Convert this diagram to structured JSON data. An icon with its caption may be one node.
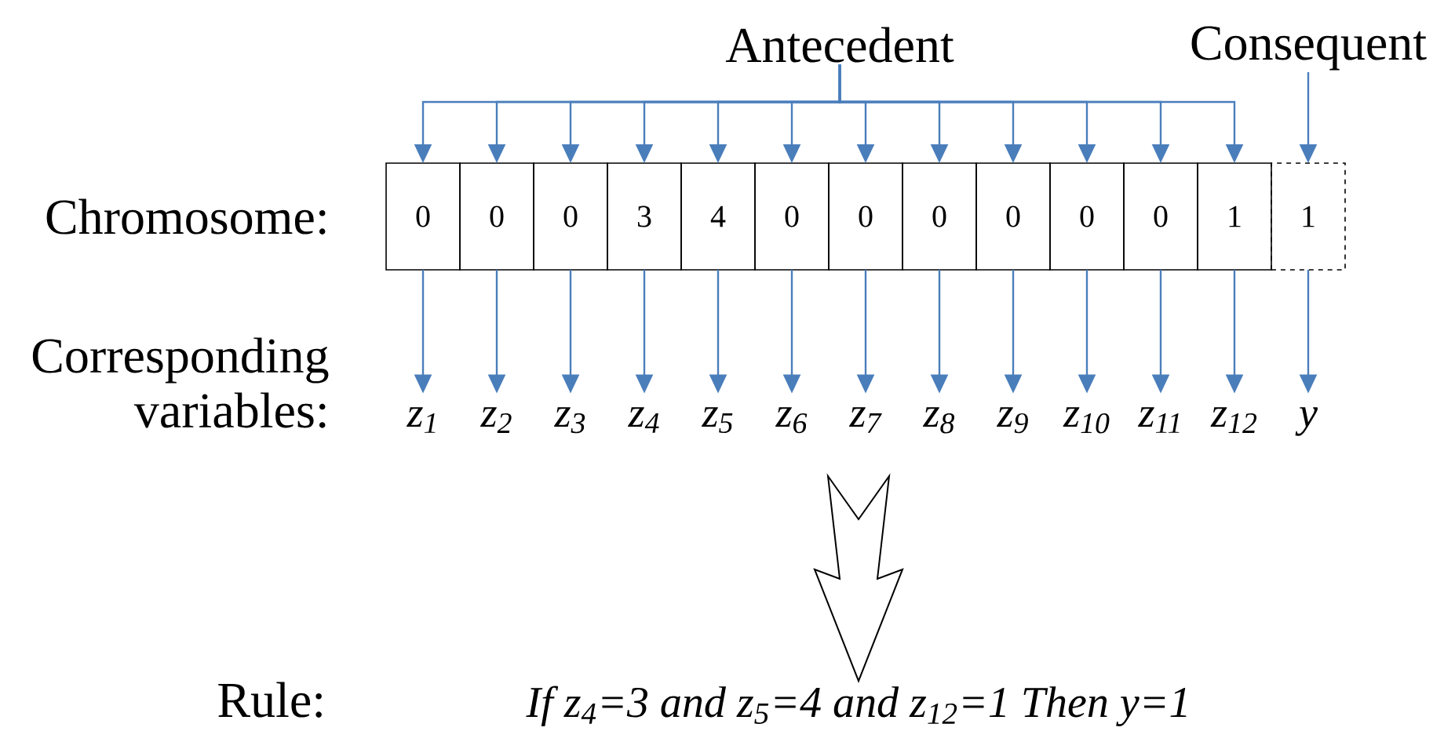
{
  "diagram": {
    "nodes": [
      {
        "text": [
          "Antecedent"
        ]
      },
      {
        "text": [
          "Consequent"
        ]
      },
      {
        "text": [
          "0"
        ]
      },
      {
        "text": [
          "0"
        ]
      },
      {
        "text": [
          "0"
        ]
      },
      {
        "text": [
          "3"
        ]
      },
      {
        "text": [
          "4"
        ]
      },
      {
        "text": [
          "0"
        ]
      },
      {
        "text": [
          "0"
        ]
      },
      {
        "text": [
          "0"
        ]
      },
      {
        "text": [
          "0"
        ]
      },
      {
        "text": [
          "0"
        ]
      },
      {
        "text": [
          "0"
        ]
      },
      {
        "text": [
          "1"
        ]
      },
      {
        "text": [
          "1"
        ]
      },
      {
        "text": [
          "z$_{1}$"
        ]
      },
      {
        "text": [
          "z$_{2}$"
        ]
      },
      {
        "text": [
          "z$_{3}$"
        ]
      },
      {
        "text": [
          "z$_{4}$"
        ]
      },
      {
        "text": [
          "z$_{5}$"
        ]
      },
      {
        "text": [
          "z$_{6}$"
        ]
      },
      {
        "text": [
          "z$_{7}$"
        ]
      },
      {
        "text": [
          "z$_{8}$"
        ]
      },
      {
        "text": [
          "z$_{9}$"
        ]
      },
      {
        "text": [
          "z$_{10}$"
        ]
      },
      {
        "text": [
          "z$_{11}$"
        ]
      },
      {
        "text": [
          "z$_{12}$"
        ]
      },
      {
        "text": [
          "y"
        ]
      },
      {
        "text": [
          "If z$_{4}$=3 and z$_{5}$=4 and z$_{12}$=1 Then y=1"
        ]
      }
    ],
    "edges": [
      {
        "from": 0,
        "to": 2,
        "arrow": "to"
      },
      {
        "from": 0,
        "to": 3,
        "arrow": "to"
      },
      {
        "from": 0,
        "to": 4,
        "arrow": "to"
      },
      {
        "from": 0,
        "to": 5,
        "arrow": "to"
      },
      {
        "from": 0,
        "to": 6,
        "arrow": "to"
      },
      {
        "from": 0,
        "to": 7,
        "arrow": "to"
      },
      {
        "from": 0,
        "to": 8,
        "arrow": "to"
      },
      {
        "from": 0,
        "to": 9,
        "arrow": "to"
      },
      {
        "from": 0,
        "to": 10,
        "arrow": "to"
      },
      {
        "from": 0,
        "to": 11,
        "arrow": "to"
      },
      {
        "from": 0,
        "to": 12,
        "arrow": "to"
      },
      {
        "from": 0,
        "to": 13,
        "arrow": "to"
      },
      {
        "from": 1,
        "to": 14,
        "arrow": "to"
      },
      {
        "from": 2,
        "to": 15,
        "arrow": "to"
      },
      {
        "from": 3,
        "to": 16,
        "arrow": "to"
      },
      {
        "from": 4,
        "to": 17,
        "arrow": "to"
      },
      {
        "from": 5,
        "to": 18,
        "arrow": "to"
      },
      {
        "from": 6,
        "to": 19,
        "arrow": "to"
      },
      {
        "from": 7,
        "to": 20,
        "arrow": "to"
      },
      {
        "from": 8,
        "to": 21,
        "arrow": "to"
      },
      {
        "from": 9,
        "to": 22,
        "arrow": "to"
      },
      {
        "from": 10,
        "to": 23,
        "arrow": "to"
      },
      {
        "from": 11,
        "to": 24,
        "arrow": "to"
      },
      {
        "from": 12,
        "to": 25,
        "arrow": "to"
      },
      {
        "from": 13,
        "to": 26,
        "arrow": "to"
      },
      {
        "from": 14,
        "to": 27,
        "arrow": "to"
      },
      {
        "from": null,
        "to": 28,
        "arrow": "to",
        "style": "thick",
        "color": "#000000"
      }
    ],
    "labels": [
      "Chromosome:",
      "Corresponding variables:",
      "Rule:"
    ]
  }
}
